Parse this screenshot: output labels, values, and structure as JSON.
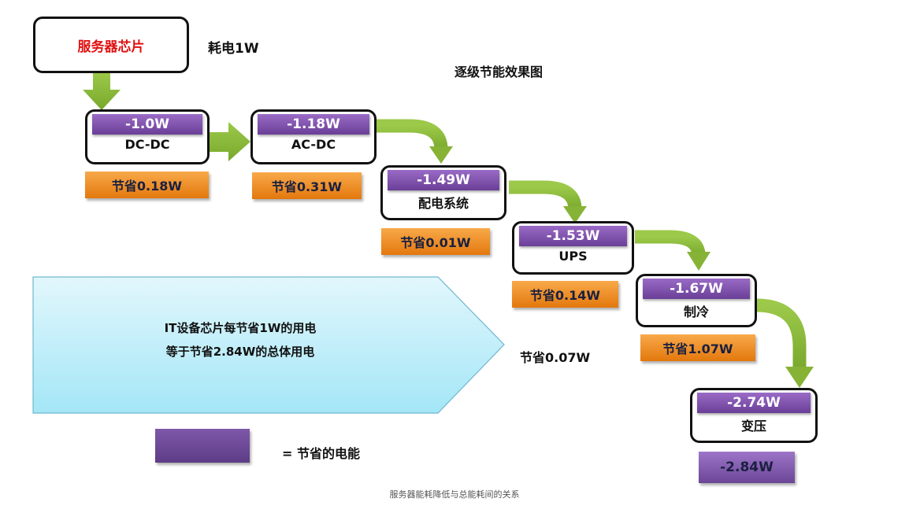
{
  "diagram": {
    "title": "逐级节能效果图",
    "source": {
      "label": "服务器芯片",
      "consumption": "耗电1W"
    },
    "stages": [
      {
        "name": "DC-DC",
        "value": "-1.0W",
        "saving": "节省0.18W"
      },
      {
        "name": "AC-DC",
        "value": "-1.18W",
        "saving": "节省0.31W"
      },
      {
        "name": "配电系统",
        "value": "-1.49W",
        "saving": "节省0.01W"
      },
      {
        "name": "UPS",
        "value": "-1.53W",
        "saving": "节省0.14W"
      },
      {
        "name": "制冷",
        "value": "-1.67W",
        "saving": "节省1.07W"
      },
      {
        "name": "变压",
        "value": "-2.74W",
        "saving": "节省0.07W"
      }
    ],
    "total": "-2.84W",
    "summary": {
      "line1": "IT设备芯片每节省1W的用电",
      "line2": "等于节省2.84W的总体用电"
    },
    "legend": {
      "label": "= 节省的电能"
    },
    "caption": "服务器能耗降低与总能耗间的关系",
    "colors": {
      "arrow_green": "#8ab73a",
      "value_purple": "#7a4fac",
      "saving_orange": "#f0901f",
      "summary_cyan": "#aee9f7"
    }
  }
}
